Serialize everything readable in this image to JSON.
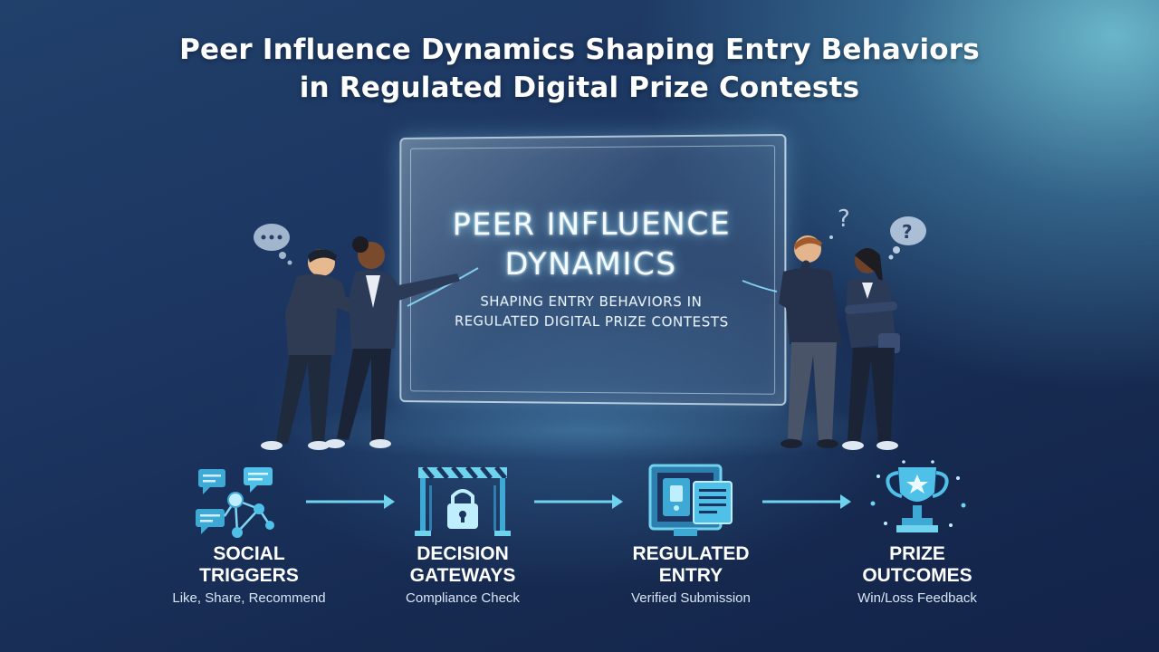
{
  "title": {
    "line1": "Peer Influence Dynamics Shaping Entry Behaviors",
    "line2": "in Regulated Digital Prize Contests"
  },
  "panel": {
    "heading_line1": "PEER INFLUENCE",
    "heading_line2": "DYNAMICS",
    "sub_line1": "SHAPING ENTRY BEHAVIORS IN",
    "sub_line2": "REGULATED DIGITAL PRIZE CONTESTS"
  },
  "stages": [
    {
      "label_line1": "SOCIAL",
      "label_line2": "TRIGGERS",
      "description": "Like, Share, Recommend",
      "icon": "social-network-chat-icon"
    },
    {
      "label_line1": "DECISION",
      "label_line2": "GATEWAYS",
      "description": "Compliance Check",
      "icon": "gate-lock-icon"
    },
    {
      "label_line1": "REGULATED",
      "label_line2": "ENTRY",
      "description": "Verified Submission",
      "icon": "secure-device-form-icon"
    },
    {
      "label_line1": "PRIZE",
      "label_line2": "OUTCOMES",
      "description": "Win/Loss Feedback",
      "icon": "trophy-star-icon"
    }
  ],
  "colors": {
    "accent": "#6fd3ee",
    "icon_fill": "#3fa9d6",
    "background_dark": "#16294f",
    "background_light": "#7fcadb"
  }
}
